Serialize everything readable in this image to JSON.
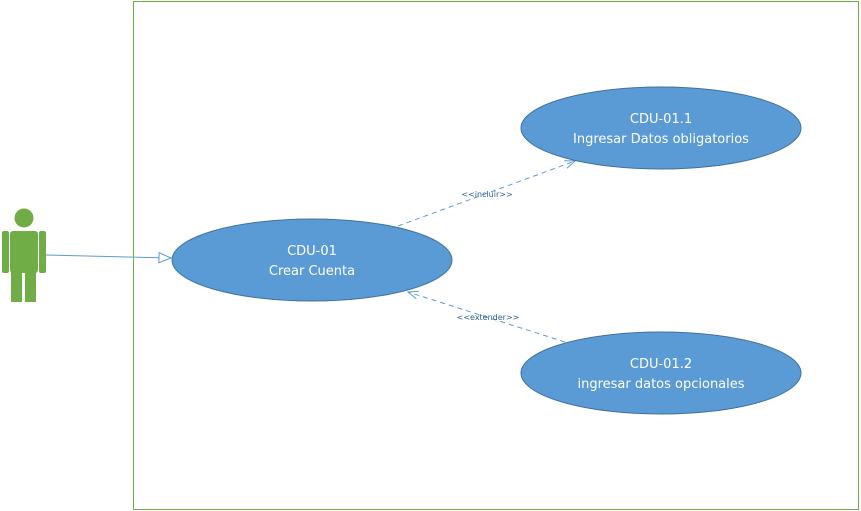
{
  "colors": {
    "boundary": "#70ad47",
    "actor": "#70ad47",
    "use_case_fill": "#5b9bd5",
    "use_case_stroke": "#41719c",
    "connector": "#5b9bd5",
    "label_text": "#ffffff",
    "relation_text": "#2e5f8f"
  },
  "actor": {
    "icon": "person-icon"
  },
  "use_cases": {
    "main": {
      "id": "CDU-01",
      "name": "Crear Cuenta"
    },
    "required": {
      "id": "CDU-01.1",
      "name": "Ingresar Datos obligatorios"
    },
    "optional": {
      "id": "CDU-01.2",
      "name": "ingresar datos opcionales"
    }
  },
  "relations": {
    "include_label": "<<incluir>>",
    "extend_label": "<<extender>>"
  }
}
